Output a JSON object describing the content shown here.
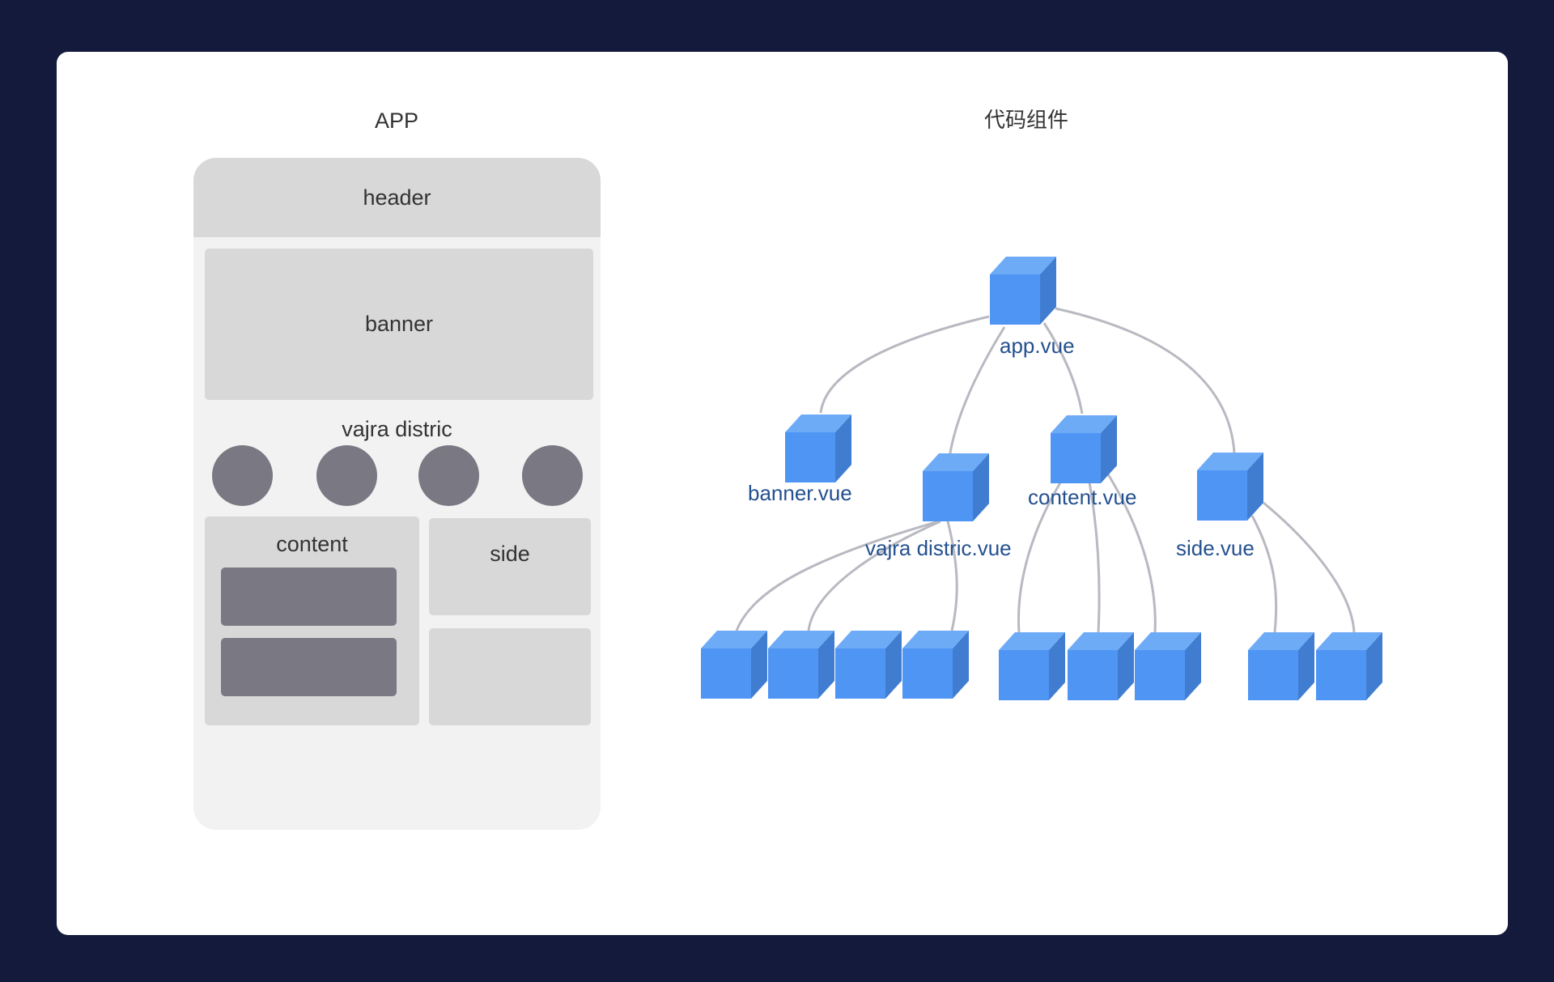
{
  "left_panel": {
    "title": "APP",
    "phone": {
      "header": "header",
      "banner": "banner",
      "vajra_district": "vajra distric",
      "icons": [
        "circle-icon",
        "circle-icon",
        "circle-icon",
        "circle-icon"
      ],
      "content": "content",
      "side": "side"
    }
  },
  "right_panel": {
    "title": "代码组件",
    "tree": {
      "nodes": [
        {
          "id": "app",
          "label": "app.vue",
          "parent": null
        },
        {
          "id": "banner",
          "label": "banner.vue",
          "parent": "app"
        },
        {
          "id": "vajra",
          "label": "vajra distric.vue",
          "parent": "app"
        },
        {
          "id": "content",
          "label": "content.vue",
          "parent": "app"
        },
        {
          "id": "side",
          "label": "side.vue",
          "parent": "app"
        },
        {
          "id": "v1",
          "label": "",
          "parent": "vajra"
        },
        {
          "id": "v2",
          "label": "",
          "parent": "vajra"
        },
        {
          "id": "v3",
          "label": "",
          "parent": null
        },
        {
          "id": "v4",
          "label": "",
          "parent": "vajra"
        },
        {
          "id": "c1",
          "label": "",
          "parent": "content"
        },
        {
          "id": "c2",
          "label": "",
          "parent": "content"
        },
        {
          "id": "c3",
          "label": "",
          "parent": "content"
        },
        {
          "id": "s1",
          "label": "",
          "parent": "side"
        },
        {
          "id": "s2",
          "label": "",
          "parent": "side"
        }
      ]
    },
    "colors": {
      "cube_front": "#4f95f4",
      "cube_top": "#6eabf7",
      "cube_side": "#407dd1",
      "edge": "#b8b9c1",
      "label": "#24508f"
    }
  }
}
